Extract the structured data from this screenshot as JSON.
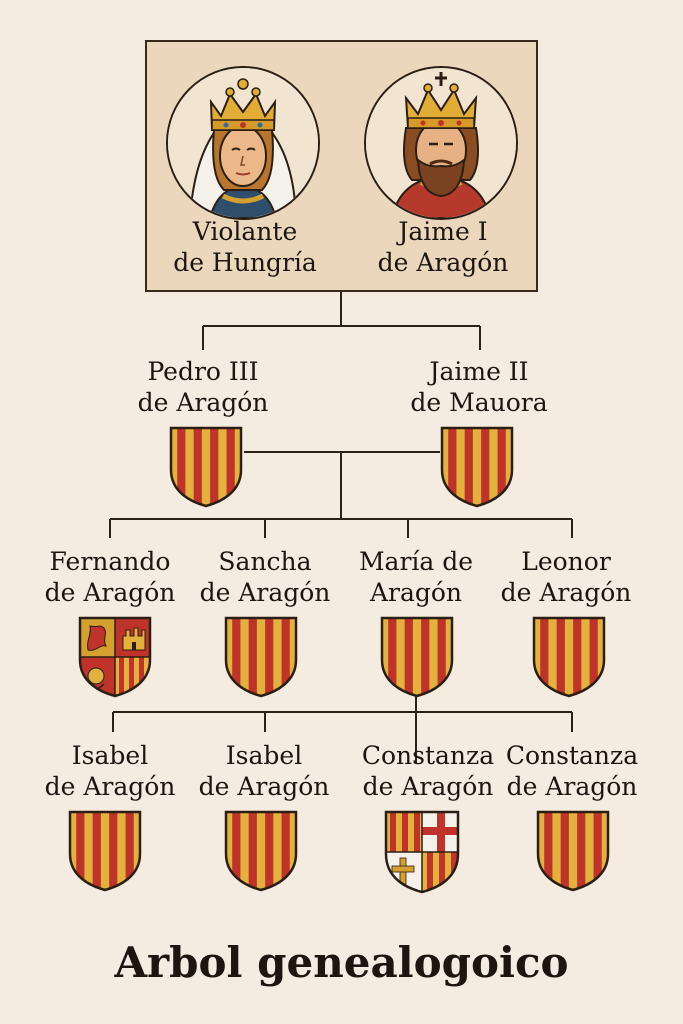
{
  "title": "Arbol genealogoico",
  "parents": [
    {
      "line1": "Violante",
      "line2": "de Hungría",
      "crown": "queen-crown-icon"
    },
    {
      "line1": "Jaime I",
      "line2": "de Aragón",
      "crown": "king-crown-icon"
    }
  ],
  "generation2": [
    {
      "line1": "Pedro III",
      "line2": "de Aragón",
      "shield": "aragon-stripes"
    },
    {
      "line1": "Jaime II",
      "line2": "de Mauora",
      "shield": "aragon-stripes"
    }
  ],
  "generation3": [
    {
      "line1": "Fernando",
      "line2": "de Aragón",
      "shield": "quartered-lions-castle"
    },
    {
      "line1": "Sancha",
      "line2": "de Aragón",
      "shield": "aragon-stripes"
    },
    {
      "line1": "María de",
      "line2": "Aragón",
      "shield": "aragon-stripes"
    },
    {
      "line1": "Leonor",
      "line2": "de Aragón",
      "shield": "aragon-stripes"
    }
  ],
  "generation4": [
    {
      "line1": "Isabel",
      "line2": "de Aragón",
      "shield": "aragon-stripes"
    },
    {
      "line1": "Isabel",
      "line2": "de Aragón",
      "shield": "aragon-stripes"
    },
    {
      "line1": "Constanza",
      "line2": "de Aragón",
      "shield": "stripes-with-crosses"
    },
    {
      "line1": "Constanza",
      "line2": "de Aragón",
      "shield": "aragon-stripes"
    }
  ],
  "colors": {
    "gold": "#e3b23c",
    "red": "#c0332b",
    "outline": "#2b1f15",
    "background": "#f4ece0",
    "box": "#ead7bc"
  }
}
